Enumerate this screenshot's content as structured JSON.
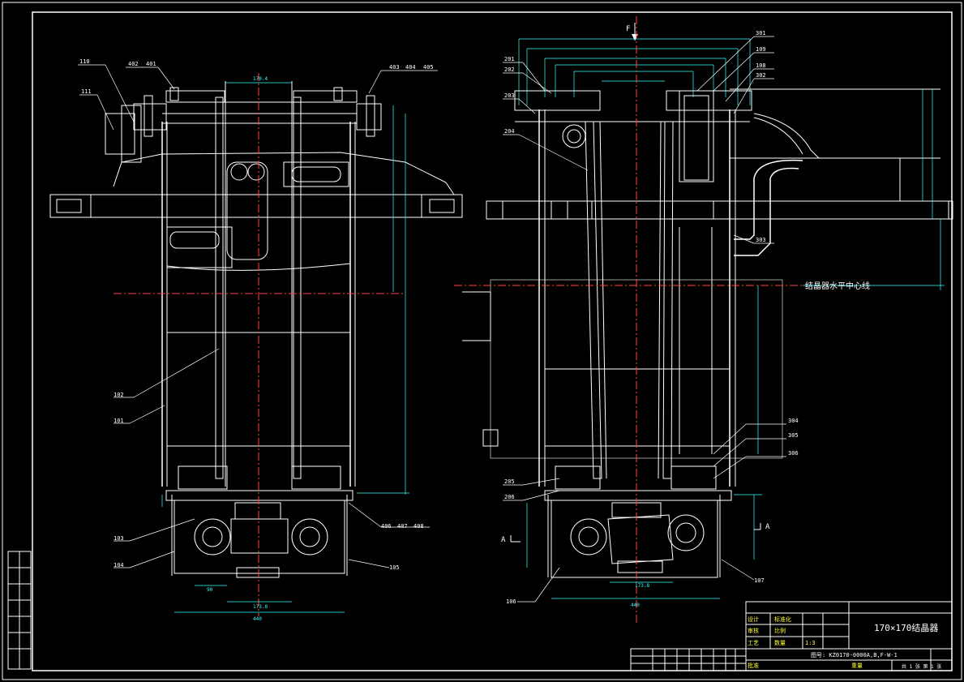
{
  "drawing": {
    "title": "170×170结晶器",
    "centerline_label": "结晶器水平中心线",
    "drawing_number": "图号: KZ0170-0000A,B,F-W-1",
    "force_label": "F",
    "section_label_left": "A",
    "section_label_right": "A"
  },
  "left_view": {
    "part_labels": [
      "110",
      "111",
      "402",
      "401",
      "403",
      "404",
      "405",
      "102",
      "101",
      "103",
      "104",
      "406",
      "407",
      "408",
      "105"
    ],
    "dimensions": [
      "170.4",
      "440",
      "173.8",
      "90"
    ]
  },
  "right_view": {
    "part_labels": [
      "301",
      "109",
      "108",
      "302",
      "201",
      "202",
      "203",
      "204",
      "303",
      "304",
      "305",
      "306",
      "205",
      "206",
      "106",
      "107"
    ],
    "dimensions": [
      "440",
      "173.8"
    ]
  },
  "title_block": {
    "rows": [
      "设计",
      "审核",
      "工艺",
      "批准"
    ],
    "fields": [
      "标准化",
      "比例",
      "数量",
      "重量"
    ],
    "scale": "1:3",
    "sheet": "共 1 张 第 1 张"
  },
  "colors": {
    "background": "#000000",
    "outline": "#ffffff",
    "hatch": "#ffff33",
    "dimension": "#33ffff",
    "centerline": "#ff4444"
  }
}
